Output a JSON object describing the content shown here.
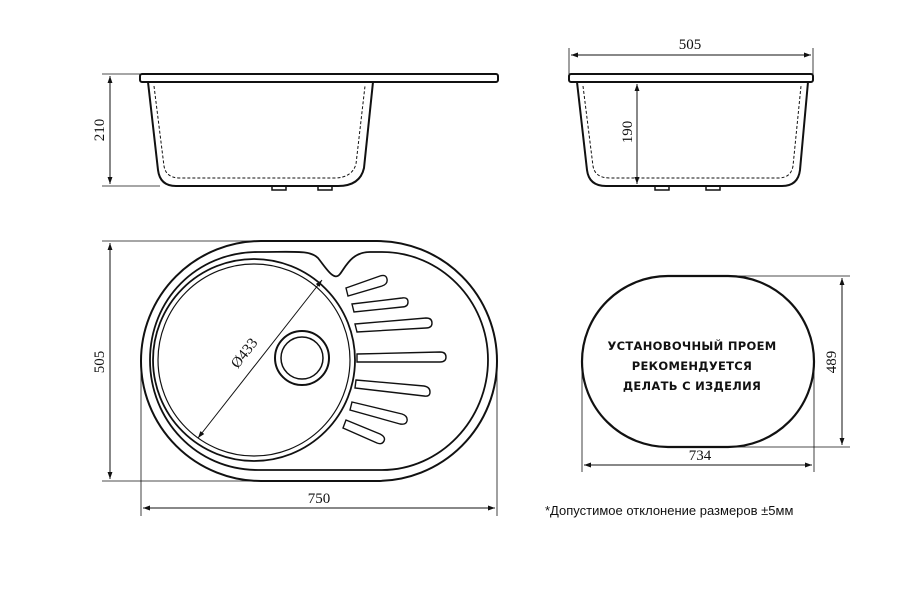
{
  "side_view_left": {
    "height_dim": "210"
  },
  "side_view_right": {
    "width_dim": "505",
    "depth_dim": "190"
  },
  "top_view": {
    "width_dim": "750",
    "height_dim": "505",
    "bowl_diameter": "Ø433"
  },
  "cutout": {
    "lines": [
      "УСТАНОВОЧНЫЙ ПРОЕМ",
      "РЕКОМЕНДУЕТСЯ",
      "ДЕЛАТЬ С ИЗДЕЛИЯ"
    ],
    "width_dim": "734",
    "height_dim": "489"
  },
  "note": "*Допустимое отклонение размеров  ±5мм"
}
